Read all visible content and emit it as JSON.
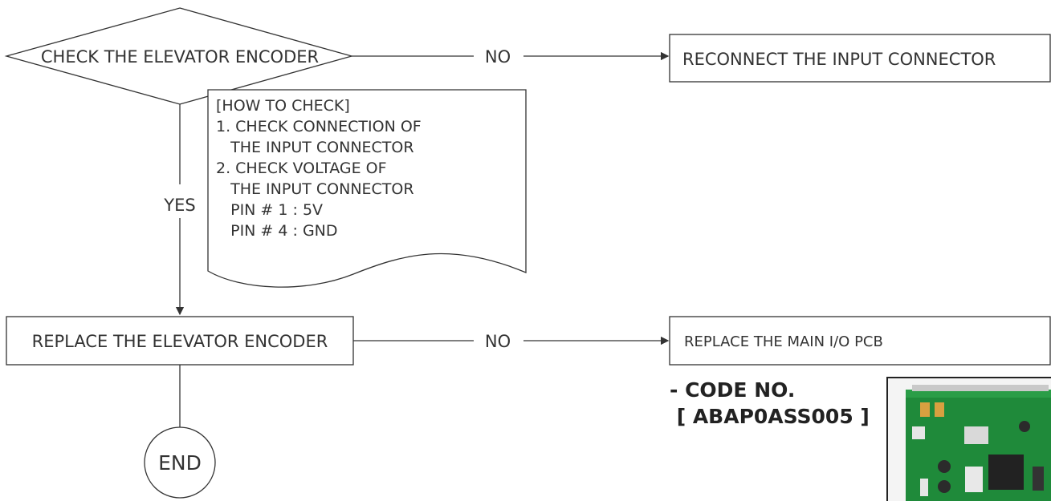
{
  "nodes": {
    "check_encoder": "CHECK THE ELEVATOR ENCODER",
    "reconnect": "RECONNECT THE INPUT CONNECTOR",
    "replace_encoder": "REPLACE THE ELEVATOR ENCODER",
    "replace_pcb": "REPLACE THE MAIN I/O PCB",
    "end": "END"
  },
  "edges": {
    "no_1": "NO",
    "yes": "YES",
    "no_2": "NO"
  },
  "how_to_check": {
    "lines": [
      "[HOW TO CHECK]",
      "1. CHECK CONNECTION OF",
      "   THE INPUT CONNECTOR",
      "2. CHECK VOLTAGE OF",
      "   THE INPUT CONNECTOR",
      "   PIN # 1 : 5V",
      "   PIN # 4 : GND"
    ]
  },
  "part": {
    "code_label": "- CODE NO.",
    "code_value": " [ ABAP0ASS005 ]"
  },
  "colors": {
    "line": "#333333",
    "pcb_green": "#1f8a3a"
  }
}
